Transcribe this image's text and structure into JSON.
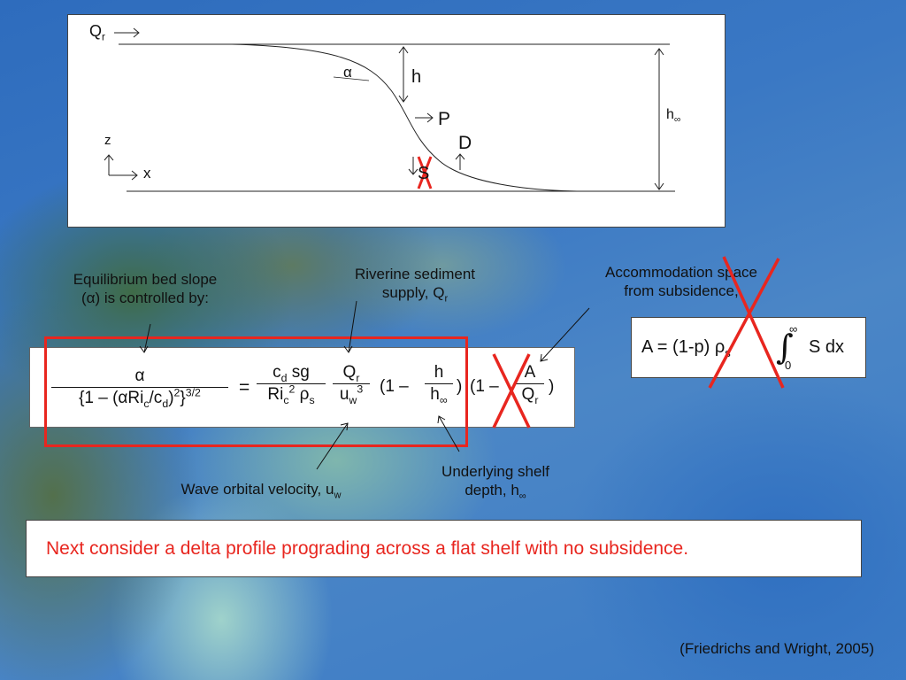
{
  "diagram": {
    "qr_label": "Q",
    "qr_sub": "r",
    "alpha": "α",
    "h": "h",
    "p": "P",
    "d": "D",
    "s": "S",
    "z": "z",
    "x": "x",
    "h_inf": "h",
    "inf": "∞"
  },
  "labels": {
    "bed_slope_line1": "Equilibrium bed slope",
    "bed_slope_line2": "(α) is controlled by:",
    "riverine_line1": "Riverine sediment",
    "riverine_line2": "supply, Q",
    "riverine_sub": "r",
    "accommodation_line1": "Accommodation space",
    "accommodation_line2": "from subsidence,",
    "wave_text": "Wave orbital velocity, u",
    "wave_sub": "w",
    "shelf_line1": "Underlying shelf",
    "shelf_line2": "depth, h",
    "shelf_sub": "∞"
  },
  "equation": {
    "lhs_num": "α",
    "lhs_den": "{1 – (αRi",
    "equals": "=",
    "cd_sg_num": "c",
    "cd_sg_den": "Ri",
    "qr_num": "Q",
    "uw_den": "u",
    "paren_open": "(1 –",
    "h_num": "h",
    "h_den": "h",
    "paren_close": ")",
    "paren_open2": "(1 –",
    "a_num": "A",
    "qr_den": "Q",
    "paren_close2": ")"
  },
  "subsidence": {
    "lhs": "A  =  (1-p) ρ",
    "rho_sub": "s",
    "int_upper": "∞",
    "int_lower": "0",
    "integrand": "S dx"
  },
  "note": "Next consider a delta profile prograding across a flat shelf with no subsidence.",
  "citation": "(Friedrichs and Wright, 2005)",
  "colors": {
    "red": "#e8261f",
    "note_red": "#e8261f"
  }
}
